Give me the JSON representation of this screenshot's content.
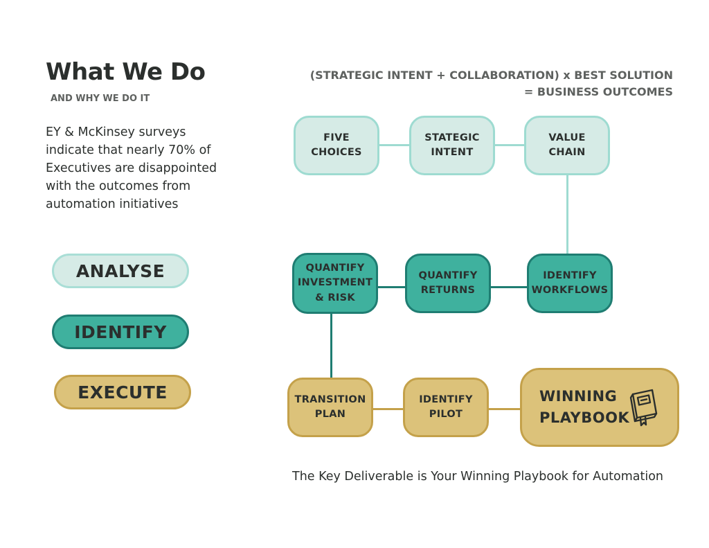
{
  "header": {
    "title": "What We Do",
    "subtitle": "AND WHY WE DO IT"
  },
  "intro": "EY & McKinsey surveys indicate that nearly 70% of Executives are disappointed with the outcomes from automation initiatives",
  "formula": {
    "line1": "(STRATEGIC INTENT + COLLABORATION) x BEST SOLUTION",
    "line2": "= BUSINESS OUTCOMES"
  },
  "legend": {
    "analyse": "ANALYSE",
    "identify": "IDENTIFY",
    "execute": "EXECUTE"
  },
  "steps": {
    "five_choices": [
      "FIVE",
      "CHOICES"
    ],
    "strategic_intent": [
      "STATEGIC",
      "INTENT"
    ],
    "value_chain": [
      "VALUE",
      "CHAIN"
    ],
    "quantify_investment": [
      "QUANTIFY",
      "INVESTMENT",
      "& RISK"
    ],
    "quantify_returns": [
      "QUANTIFY",
      "RETURNS"
    ],
    "identify_workflows": [
      "IDENTIFY",
      "WORKFLOWS"
    ],
    "transition_plan": [
      "TRANSITION",
      "PLAN"
    ],
    "identify_pilot": [
      "IDENTIFY",
      "PILOT"
    ],
    "winning_playbook": [
      "WINNING",
      "PLAYBOOK"
    ]
  },
  "icons": {
    "playbook": "book-icon"
  },
  "colors": {
    "analyse_fill": "#d6ebe6",
    "analyse_border": "#9edbd1",
    "identify_fill": "#3fb19e",
    "identify_border": "#1f7d72",
    "execute_fill": "#dcc27a",
    "execute_border": "#c4a14a",
    "text": "#2b2f2d",
    "muted_text": "#5e615f"
  },
  "footer": "The Key Deliverable is Your Winning Playbook for Automation"
}
